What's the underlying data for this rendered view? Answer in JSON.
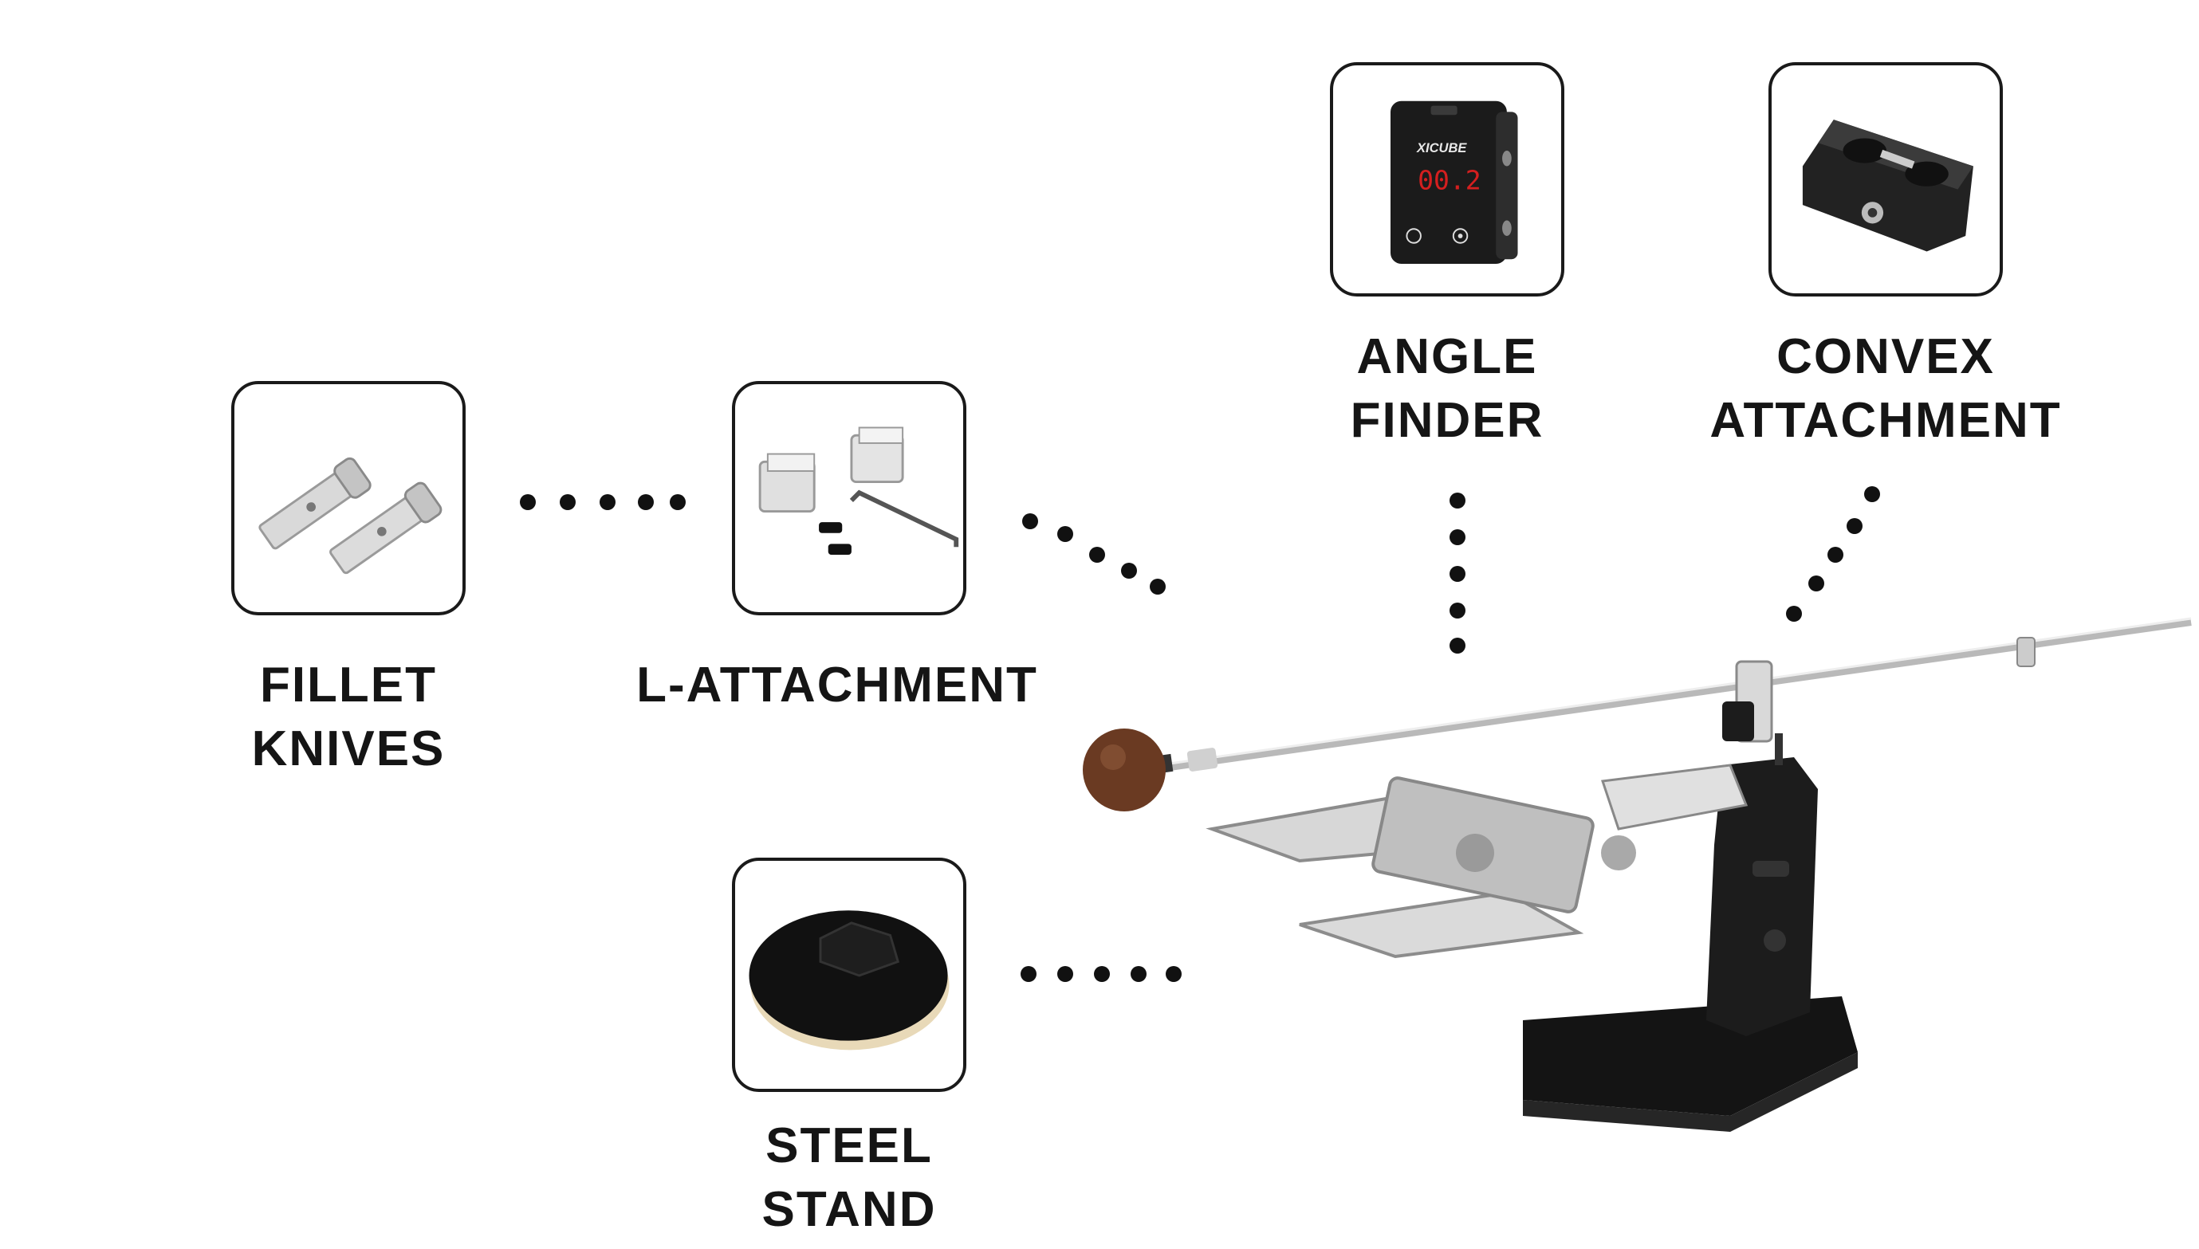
{
  "accessories": [
    {
      "id": "fillet-knives",
      "line1": "FILLET",
      "line2": "KNIVES"
    },
    {
      "id": "l-attachment",
      "line1": "L-ATTACHMENT",
      "line2": ""
    },
    {
      "id": "angle-finder",
      "line1": "ANGLE",
      "line2": "FINDER"
    },
    {
      "id": "convex-attachment",
      "line1": "CONVEX",
      "line2": "ATTACHMENT"
    },
    {
      "id": "steel-stand",
      "line1": "STEEL",
      "line2": "STAND"
    }
  ],
  "angle_finder_device": {
    "brand": "XICUBE",
    "reading": "00.2"
  },
  "icons": [
    "fillet-knives-image",
    "l-attachment-image",
    "angle-finder-image",
    "convex-attachment-image",
    "steel-stand-image",
    "knife-sharpener-image"
  ]
}
